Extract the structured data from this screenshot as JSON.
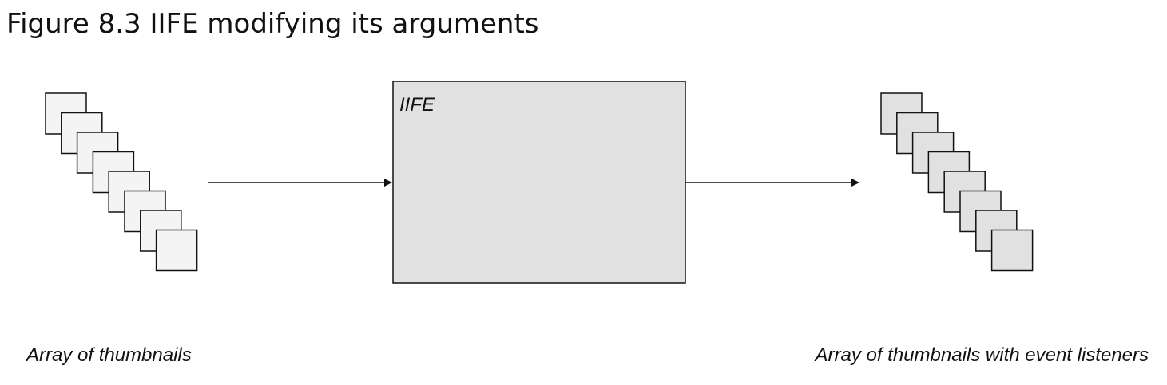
{
  "figure": {
    "title": "Figure 8.3  IIFE modifying its arguments"
  },
  "diagram": {
    "input_caption": "Array of thumbnails",
    "process_label": "IIFE",
    "output_caption": "Array of thumbnails with event listeners",
    "input_thumbnail_count": 8,
    "output_thumbnail_count": 8,
    "colors": {
      "input_thumbnail_fill": "#f4f4f4",
      "output_thumbnail_fill": "#e1e1e1",
      "process_box_fill": "#e1e1e1",
      "stroke": "#111111"
    }
  }
}
